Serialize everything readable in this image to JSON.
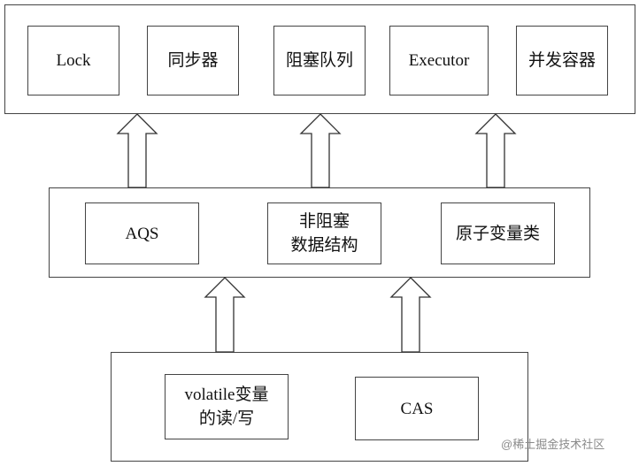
{
  "top_layer": {
    "items": [
      "Lock",
      "同步器",
      "阻塞队列",
      "Executor",
      "并发容器"
    ]
  },
  "middle_layer": {
    "items": [
      "AQS",
      "非阻塞\n数据结构",
      "原子变量类"
    ]
  },
  "bottom_layer": {
    "items": [
      "volatile变量\n的读/写",
      "CAS"
    ]
  },
  "watermark": "@稀土掘金技术社区"
}
